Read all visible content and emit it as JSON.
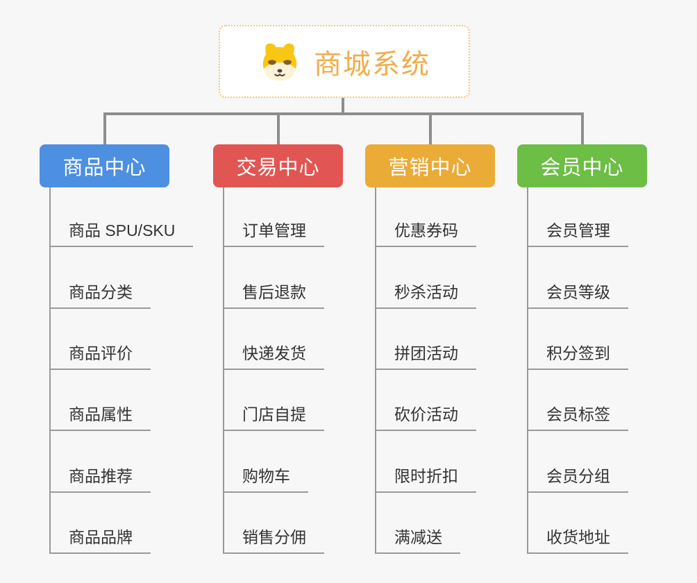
{
  "root": {
    "label": "商城系统",
    "icon": "dog-logo-icon"
  },
  "branches": [
    {
      "name": "product-center",
      "label": "商品中心",
      "color": "#4d8fe1",
      "children": [
        "商品 SPU/SKU",
        "商品分类",
        "商品评价",
        "商品属性",
        "商品推荐",
        "商品品牌"
      ]
    },
    {
      "name": "trade-center",
      "label": "交易中心",
      "color": "#e15652",
      "children": [
        "订单管理",
        "售后退款",
        "快递发货",
        "门店自提",
        "购物车",
        "销售分佣"
      ]
    },
    {
      "name": "marketing-center",
      "label": "营销中心",
      "color": "#ebab37",
      "children": [
        "优惠券码",
        "秒杀活动",
        "拼团活动",
        "砍价活动",
        "限时折扣",
        "满减送"
      ]
    },
    {
      "name": "member-center",
      "label": "会员中心",
      "color": "#6cbe44",
      "children": [
        "会员管理",
        "会员等级",
        "积分签到",
        "会员标签",
        "会员分组",
        "收货地址"
      ]
    }
  ],
  "colors": {
    "background": "#f7f7f7",
    "root_accent": "#f0ad4e",
    "root_border": "#f6c57c",
    "connector": "#8d8d8d",
    "leaf_line": "#999999",
    "leaf_text": "#333333",
    "node_text": "#ffffff"
  }
}
